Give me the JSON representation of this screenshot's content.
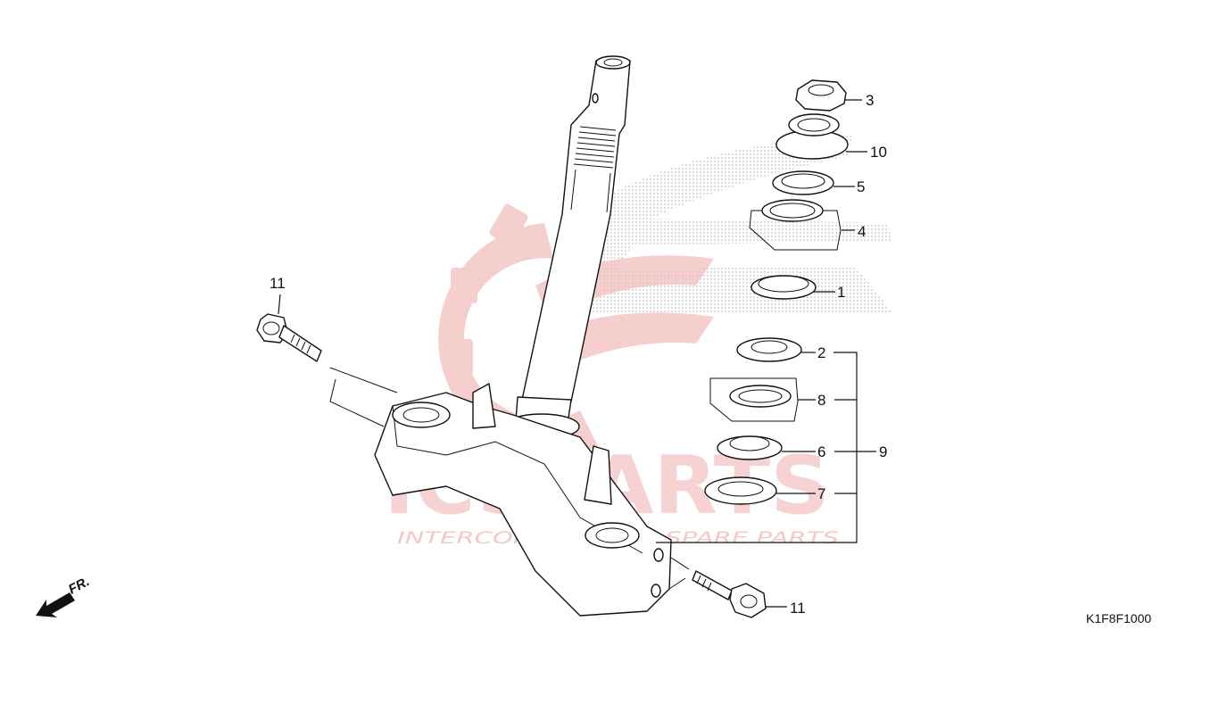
{
  "diagram_code": "K1F8F1000",
  "front_marker": {
    "label": "FR.",
    "icon": "arrow-front-icon"
  },
  "watermark": {
    "brand": "ICSPARTS",
    "tagline": "INTERCONTINENTAL SPARE PARTS",
    "color": "#f3c3c3"
  },
  "callouts": [
    {
      "id": "1",
      "label": "1"
    },
    {
      "id": "2",
      "label": "2"
    },
    {
      "id": "3",
      "label": "3"
    },
    {
      "id": "4",
      "label": "4"
    },
    {
      "id": "5",
      "label": "5"
    },
    {
      "id": "6",
      "label": "6"
    },
    {
      "id": "7",
      "label": "7"
    },
    {
      "id": "8",
      "label": "8"
    },
    {
      "id": "9",
      "label": "9"
    },
    {
      "id": "10",
      "label": "10"
    },
    {
      "id": "11a",
      "label": "11"
    },
    {
      "id": "11b",
      "label": "11"
    }
  ]
}
